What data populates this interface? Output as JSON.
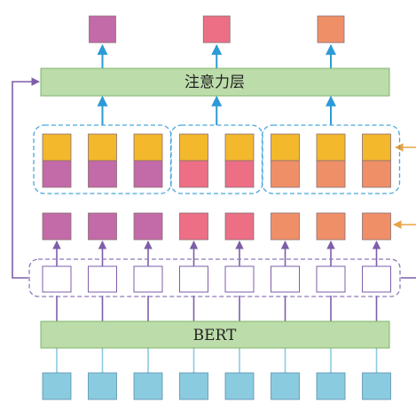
{
  "diagram": {
    "attention_layer_label": "注意力层",
    "bert_label": "BERT"
  },
  "groups": [
    {
      "id": "a",
      "color": "#c36aa8",
      "count": 3
    },
    {
      "id": "b",
      "color": "#ec6f86",
      "count": 2
    },
    {
      "id": "c",
      "color": "#ef8f68",
      "count": 3
    }
  ],
  "colors": {
    "layer_fill": "#bcdcaa",
    "layer_stroke": "#7fb56d",
    "concat_top": "#f3b82b",
    "token_fill": "#8acbe0",
    "token_stroke": "#5a8fae",
    "blue_arrow": "#2c9ad6",
    "purple_line": "#7e5ea8",
    "dashed_blue": "#4aa6dc",
    "dashed_purple": "#8f79b9",
    "orange_arrow": "#e8a444",
    "box_stroke": "#8a6f72"
  }
}
